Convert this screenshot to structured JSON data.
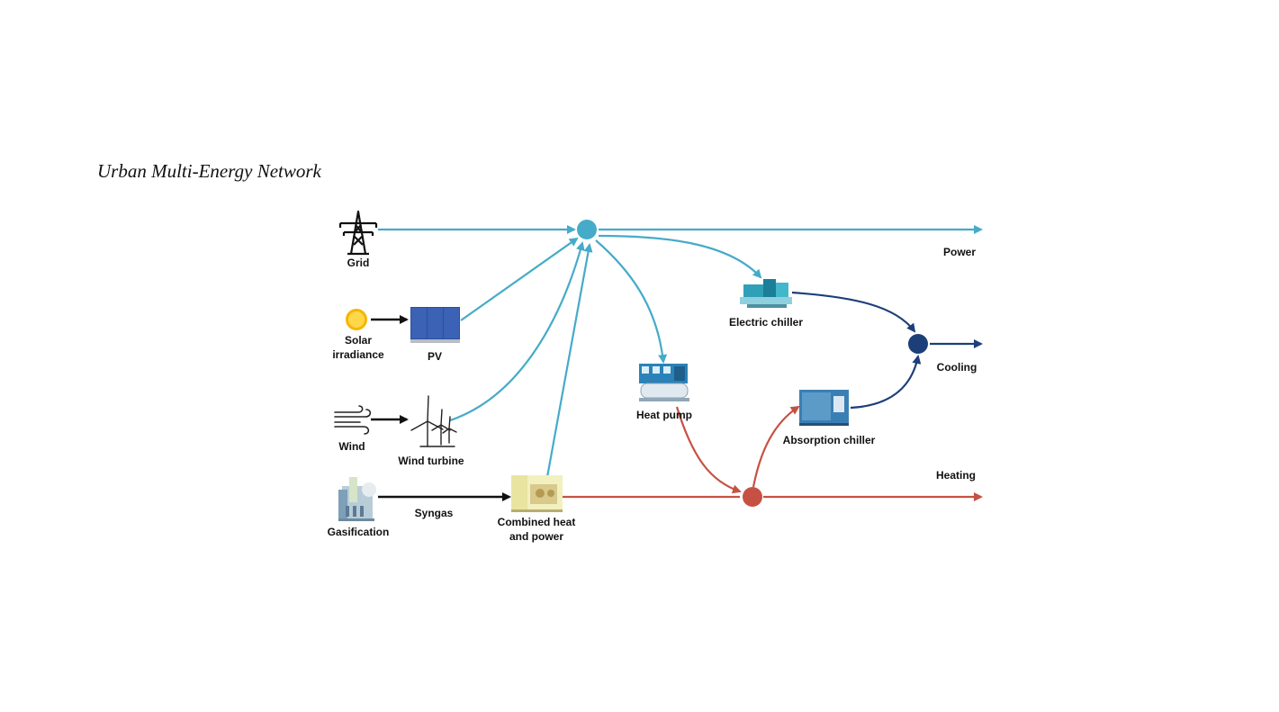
{
  "title": "Urban Multi-Energy Network",
  "colors": {
    "power": "#45abc8",
    "cooling": "#1c3f7a",
    "heating": "#c65143",
    "input": "#111111"
  },
  "labels": {
    "grid": "Grid",
    "solar_line1": "Solar",
    "solar_line2": "irradiance",
    "pv": "PV",
    "wind": "Wind",
    "wind_turbine": "Wind turbine",
    "gasification": "Gasification",
    "syngas": "Syngas",
    "chp_line1": "Combined heat",
    "chp_line2": "and power",
    "heat_pump": "Heat pump",
    "electric_chiller": "Electric chiller",
    "absorption_chiller": "Absorption chiller",
    "power_out": "Power",
    "cooling_out": "Cooling",
    "heating_out": "Heating"
  },
  "icons": [
    "transmission-tower-icon",
    "sun-icon",
    "solar-panel-icon",
    "wind-icon",
    "wind-turbine-icon",
    "gasification-plant-icon",
    "chp-generator-icon",
    "heat-pump-icon",
    "electric-chiller-icon",
    "absorption-chiller-icon"
  ]
}
